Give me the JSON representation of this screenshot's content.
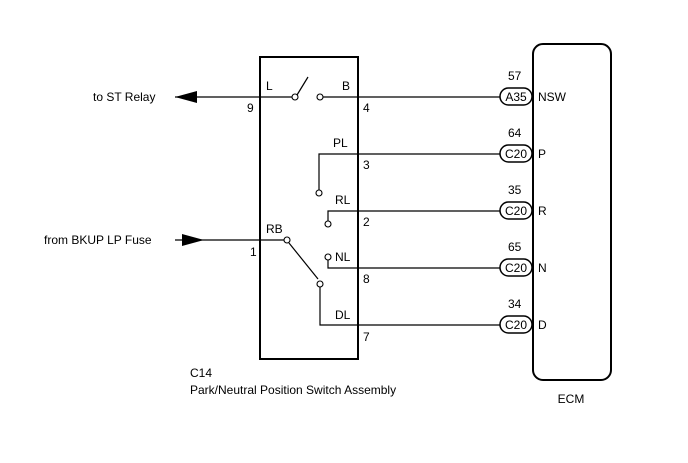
{
  "diagram": {
    "external": {
      "to_st_relay": "to ST Relay",
      "from_bkup": "from BKUP LP Fuse"
    },
    "switch_assembly": {
      "code": "C14",
      "name": "Park/Neutral Position Switch Assembly",
      "pins": {
        "L": "L",
        "B": "B",
        "PL": "PL",
        "RL": "RL",
        "NL": "NL",
        "DL": "DL",
        "RB": "RB"
      },
      "pin_numbers": {
        "L": "9",
        "B": "4",
        "PL": "3",
        "RL": "2",
        "NL": "8",
        "DL": "7",
        "RB": "1"
      }
    },
    "ecm": {
      "label": "ECM",
      "connections": [
        {
          "connector": "A35",
          "pin": "57",
          "signal": "NSW"
        },
        {
          "connector": "C20",
          "pin": "64",
          "signal": "P"
        },
        {
          "connector": "C20",
          "pin": "35",
          "signal": "R"
        },
        {
          "connector": "C20",
          "pin": "65",
          "signal": "N"
        },
        {
          "connector": "C20",
          "pin": "34",
          "signal": "D"
        }
      ]
    }
  }
}
